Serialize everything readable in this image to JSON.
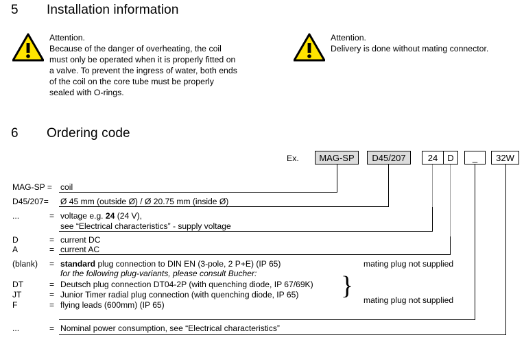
{
  "sections": {
    "install": {
      "number": "5",
      "title": "Installation information"
    },
    "ordering": {
      "number": "6",
      "title": "Ordering code"
    }
  },
  "warnings": [
    {
      "icon": "warning-triangle-icon",
      "title": "Attention.",
      "lines": [
        "Because of the danger of overheating, the coil",
        "must only be operated when it is properly fitted on",
        "a valve. To prevent the ingress of water, both ends",
        "of the coil on the core tube must be properly",
        "sealed with O-rings."
      ]
    },
    {
      "icon": "warning-triangle-icon",
      "title": "Attention.",
      "lines": [
        "Delivery is done without mating connector."
      ]
    }
  ],
  "ordering_example": {
    "label": "Ex.",
    "boxes": [
      {
        "text": "MAG-SP",
        "shaded": true
      },
      {
        "text": "D45/207",
        "shaded": true
      },
      {
        "text": "24",
        "shaded": false
      },
      {
        "text": "D",
        "shaded": false
      },
      {
        "text": "_",
        "shaded": false
      },
      {
        "text": "32W",
        "shaded": false
      }
    ]
  },
  "legend": [
    {
      "key": "MAG-SP =",
      "value": "coil"
    },
    {
      "key": "D45/207=",
      "value": "Ø 45 mm (outside Ø) / Ø 20.75 mm (inside Ø)"
    },
    {
      "key": "...",
      "eq": "=",
      "value": "voltage e.g. 24 (24 V),",
      "value2": "see “Electrical characteristics” - supply voltage"
    },
    {
      "key": "D",
      "eq": "=",
      "value": "current  DC"
    },
    {
      "key": "A",
      "eq": "=",
      "value": "current  AC"
    },
    {
      "key": "(blank)",
      "eq": "=",
      "value": "standard plug connection to DIN EN (3-pole, 2 P+E) (IP 65)",
      "value2": "for the following plug-variants, please consult Bucher:"
    },
    {
      "key": "DT",
      "eq": "=",
      "value": "Deutsch plug connection DT04-2P (with quenching diode, IP 67/69K)"
    },
    {
      "key": "JT",
      "eq": "=",
      "value": "Junior Timer radial plug connection (with quenching diode, IP 65)"
    },
    {
      "key": "F",
      "eq": "=",
      "value": "flying leads (600mm) (IP 65)"
    },
    {
      "key": "...",
      "eq": "=",
      "value": "Nominal power consumption, see “Electrical characteristics”"
    }
  ],
  "notes": {
    "mating_blank": "mating plug not supplied",
    "mating_group": "mating plug not supplied"
  },
  "colors": {
    "warning_yellow": "#ffe400",
    "box_shade": "#dcdcdc",
    "line": "#000000",
    "leader_gray": "#9a9a9a"
  }
}
